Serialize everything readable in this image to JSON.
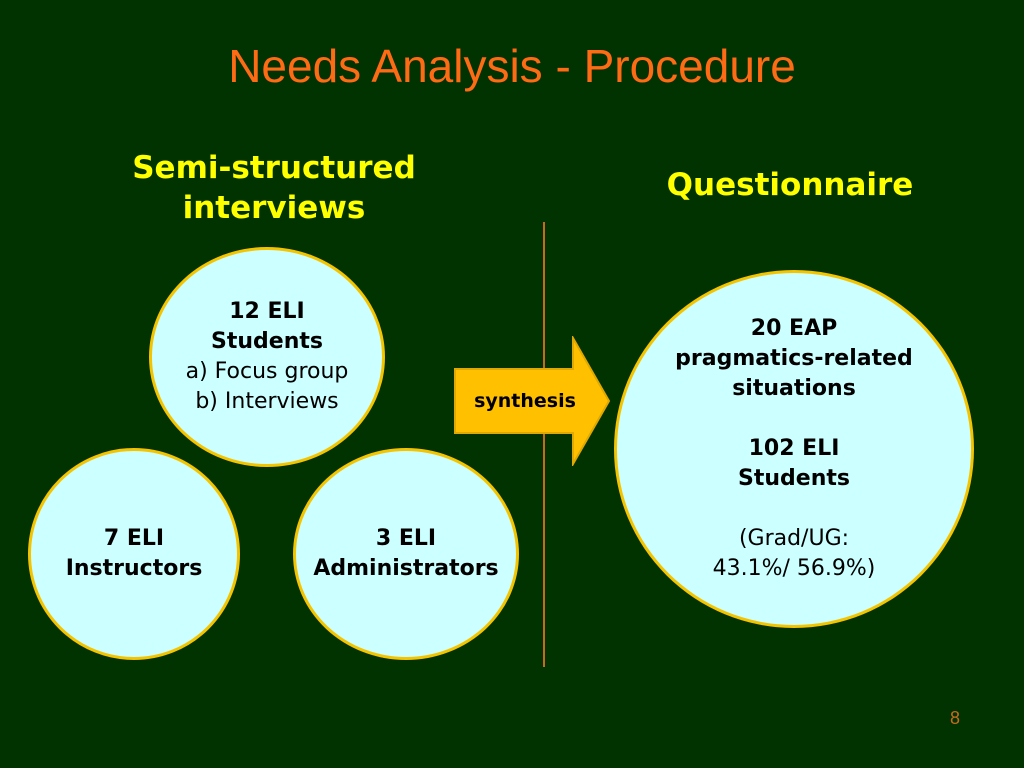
{
  "title": "Needs Analysis - Procedure",
  "left_column": {
    "heading_lines": [
      "Semi-structured",
      "interviews"
    ],
    "circles": {
      "students": {
        "lines": [
          "12 ELI",
          "Students"
        ],
        "sub": [
          "a) Focus group",
          "b) Interviews"
        ]
      },
      "instructors": {
        "lines": [
          "7 ELI",
          "Instructors"
        ]
      },
      "administrators": {
        "lines": [
          "3 ELI",
          "Administrators"
        ]
      }
    }
  },
  "arrow_label": "synthesis",
  "right_column": {
    "heading": "Questionnaire",
    "circle": {
      "situations": [
        "20 EAP",
        "pragmatics-related",
        "situations"
      ],
      "students": [
        "102 ELI",
        "Students"
      ],
      "split": [
        "(Grad/UG:",
        "43.1%/ 56.9%)"
      ]
    }
  },
  "page_number": "8",
  "colors": {
    "background": "#003300",
    "title": "#ff6a14",
    "heading": "#ffff00",
    "circle_fill": "#ccffff",
    "circle_border": "#f5c400",
    "arrow": "#ffc000",
    "divider": "#c86a1e"
  }
}
